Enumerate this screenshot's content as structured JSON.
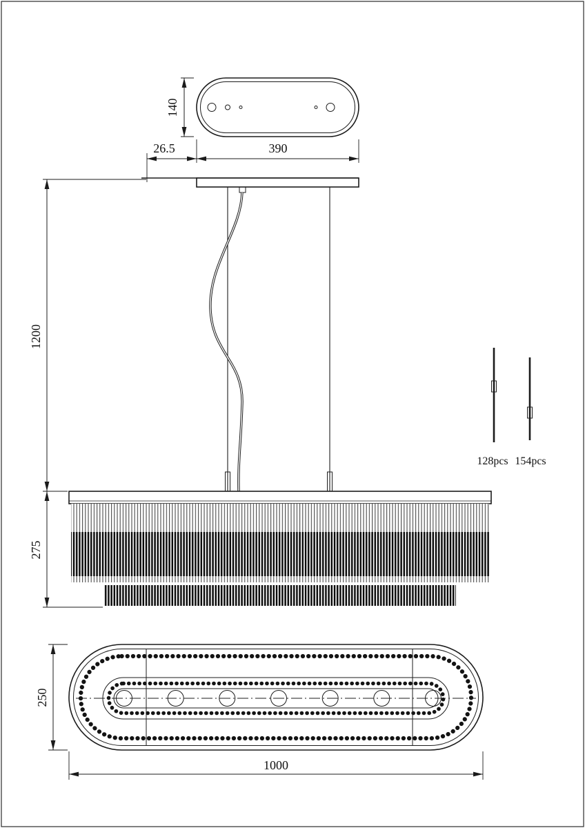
{
  "dimensions": {
    "canopy_height": "140",
    "canopy_width": "390",
    "ceiling_offset": "26.5",
    "suspension_drop": "1200",
    "body_height": "275",
    "body_depth": "250",
    "body_length": "1000"
  },
  "parts": {
    "short_rod_count": "128pcs",
    "long_rod_count": "154pcs"
  }
}
